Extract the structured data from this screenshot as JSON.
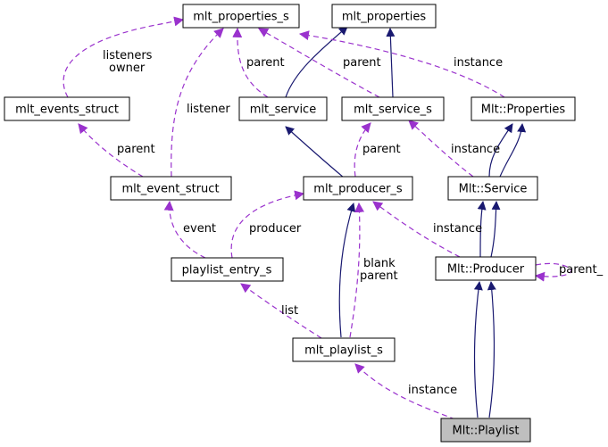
{
  "colors": {
    "inheritance": "#191970",
    "usage": "#9a32cd",
    "highlight_fill": "#bfbfbf"
  },
  "nodes": {
    "mlt_properties_s": "mlt_properties_s",
    "mlt_properties": "mlt_properties",
    "mlt_events_struct": "mlt_events_struct",
    "mlt_service": "mlt_service",
    "mlt_service_s": "mlt_service_s",
    "Mlt_Properties": "Mlt::Properties",
    "mlt_event_struct": "mlt_event_struct",
    "mlt_producer_s": "mlt_producer_s",
    "Mlt_Service": "Mlt::Service",
    "playlist_entry_s": "playlist_entry_s",
    "Mlt_Producer": "Mlt::Producer",
    "mlt_playlist_s": "mlt_playlist_s",
    "Mlt_Playlist": "Mlt::Playlist"
  },
  "edge_labels": {
    "listeners": "listeners",
    "owner": "owner",
    "listener": "listener",
    "parent_1": "parent",
    "parent_2": "parent",
    "instance_1": "instance",
    "parent_3": "parent",
    "parent_4": "parent",
    "instance_2": "instance",
    "event": "event",
    "producer": "producer",
    "instance_3": "instance",
    "blank": "blank",
    "parent_5": "parent",
    "parent_underscore": "parent_",
    "list": "list",
    "instance_4": "instance"
  }
}
